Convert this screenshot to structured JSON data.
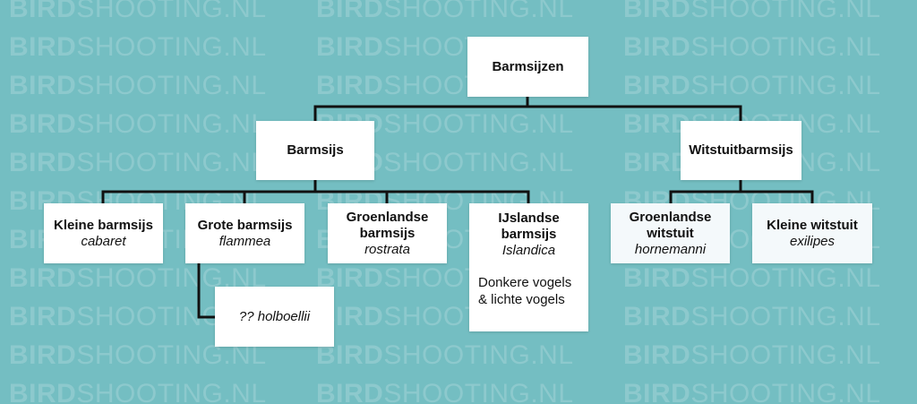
{
  "watermark": {
    "bold": "BIRD",
    "regular": "SHOOTING.NL"
  },
  "root": {
    "name": "Barmsijzen"
  },
  "groups": {
    "barmsijs": {
      "name": "Barmsijs"
    },
    "witstuitbarmsijs": {
      "name": "Witstuitbarmsijs"
    }
  },
  "taxa": {
    "kleine_barmsijs": {
      "name": "Kleine barmsijs",
      "sci": "cabaret"
    },
    "grote_barmsijs": {
      "name": "Grote barmsijs",
      "sci": "flammea"
    },
    "groenlandse_barmsijs": {
      "name": "Groenlandse barmsijs",
      "sci": "rostrata"
    },
    "ijslandse_barmsijs": {
      "name": "IJslandse barmsijs",
      "sci": "Islandica",
      "note": "Donkere vogels & lichte vogels"
    },
    "groenlandse_witstuit": {
      "name": "Groenlandse witstuit",
      "sci": "hornemanni"
    },
    "kleine_witstuit": {
      "name": "Kleine witstuit",
      "sci": "exilipes"
    },
    "holboellii": {
      "sci": "?? holboellii"
    }
  }
}
